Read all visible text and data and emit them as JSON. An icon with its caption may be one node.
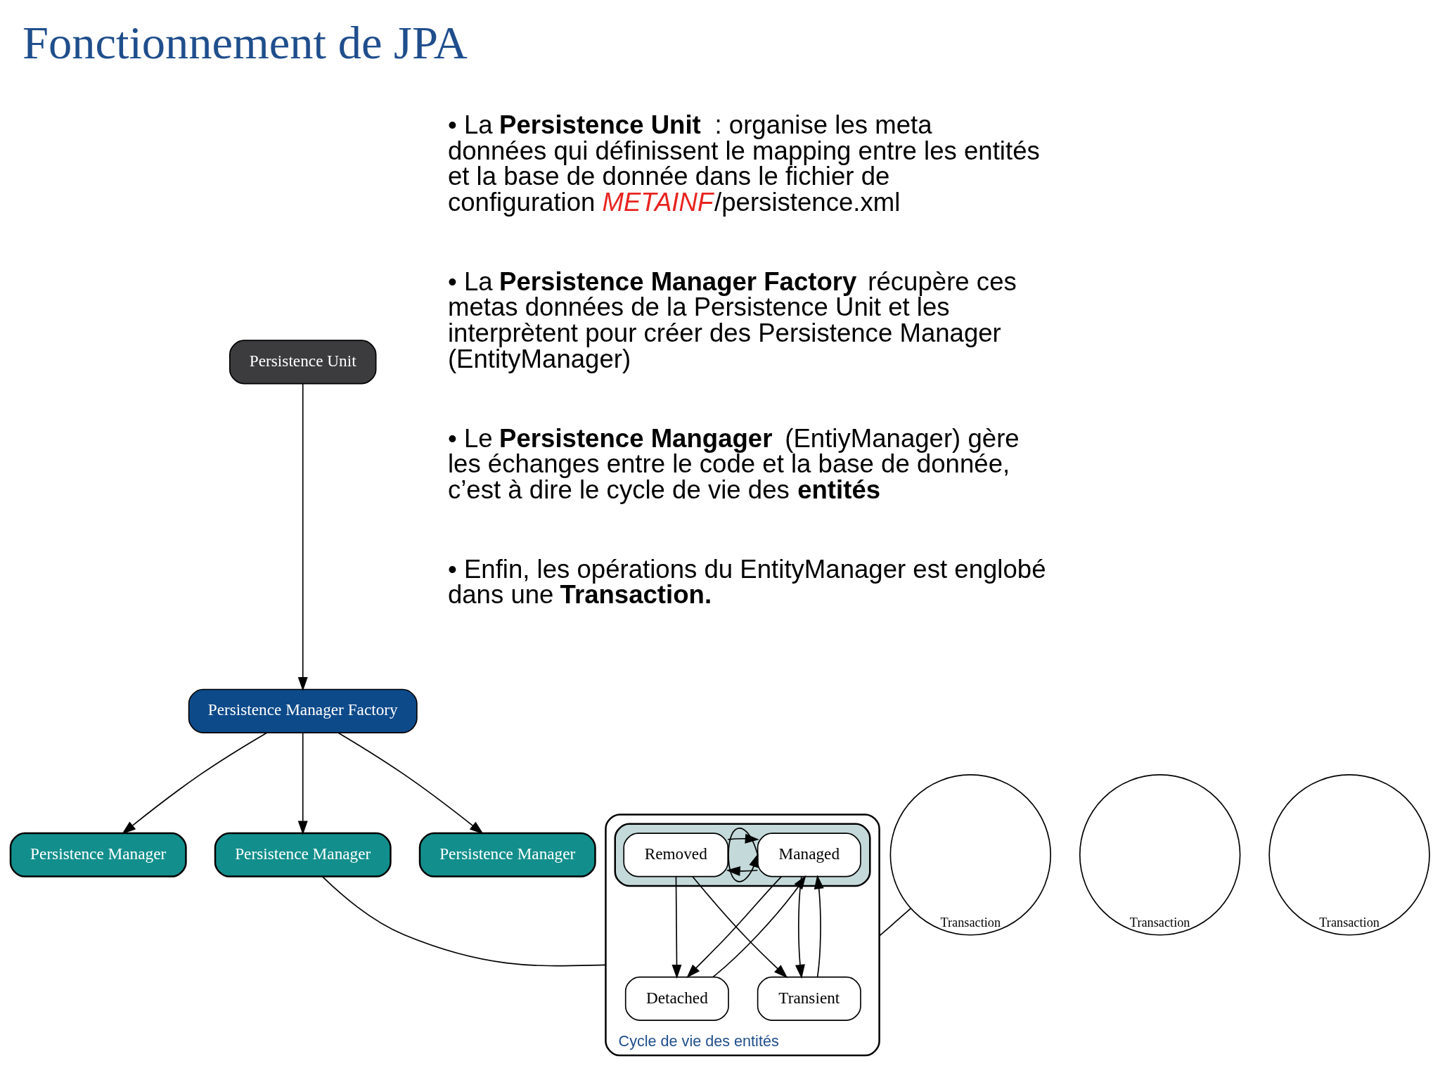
{
  "diagram": {
    "title": "Fonctionnement de JPA",
    "nodes": [
      {
        "text": [
          "Persistence Unit"
        ]
      },
      {
        "text": [
          "Persistence Manager Factory"
        ]
      },
      {
        "text": [
          "Transaction"
        ]
      },
      {
        "text": [
          "Persistence Manager"
        ]
      },
      {
        "text": [
          "Transaction"
        ]
      },
      {
        "text": [
          "Persistence Manager"
        ]
      },
      {
        "text": [
          "Transaction"
        ]
      },
      {
        "text": [
          "Persistence Manager"
        ]
      },
      {
        "text": [
          "Cycle de vie des entités"
        ]
      },
      {
        "text": [
          "Transient"
        ],
        "in": 8
      },
      {
        "text": [],
        "shape": "box",
        "in": 8
      },
      {
        "text": [
          "Managed"
        ],
        "in": 10
      },
      {
        "text": [
          "Removed"
        ],
        "in": 10
      },
      {
        "text": [
          "Detached"
        ],
        "in": 8
      }
    ],
    "edges": [
      {
        "from": 0,
        "to": 1,
        "arrow": "to"
      },
      {
        "from": 1,
        "to": 3,
        "arrow": "to"
      },
      {
        "from": 1,
        "to": 5,
        "arrow": "to"
      },
      {
        "from": 1,
        "to": 7,
        "arrow": "to"
      },
      {
        "from": 7,
        "to": 8,
        "arrow": "none"
      },
      {
        "from": 6,
        "to": 8,
        "arrow": "none"
      },
      {
        "from": 11,
        "to": 9,
        "arrow": "to"
      },
      {
        "from": 9,
        "to": 11,
        "arrow": "to"
      },
      {
        "from": 12,
        "to": 9,
        "arrow": "to"
      },
      {
        "from": 11,
        "to": 11,
        "arrow": "to"
      },
      {
        "from": 11,
        "to": 12,
        "arrow": "to"
      },
      {
        "from": 12,
        "to": 11,
        "arrow": "to"
      },
      {
        "from": 11,
        "to": 13,
        "arrow": "to"
      },
      {
        "from": 13,
        "to": 11,
        "arrow": "to"
      },
      {
        "from": 12,
        "to": 13,
        "arrow": "to"
      }
    ],
    "labels": [
      "• La **Persistence Unit** : organise les meta données qui définissent le mapping entre les entités et la base de donnée dans le fichier de configuration *METAINF*/persistence.xml",
      "• La **Persistence Manager Factory** récupère ces metas données de la Persistence Unit et les interprètent pour créer des Persistence Manager (EntityManager)",
      "• Le **Persistence Mangager** (EntiyManager) gère les échanges entre le code et la base de donnée, c’est à dire le cycle de vie des **entités**",
      "• Enfin, les opérations du EntityManager est englobé dans une **Transaction.**"
    ]
  }
}
